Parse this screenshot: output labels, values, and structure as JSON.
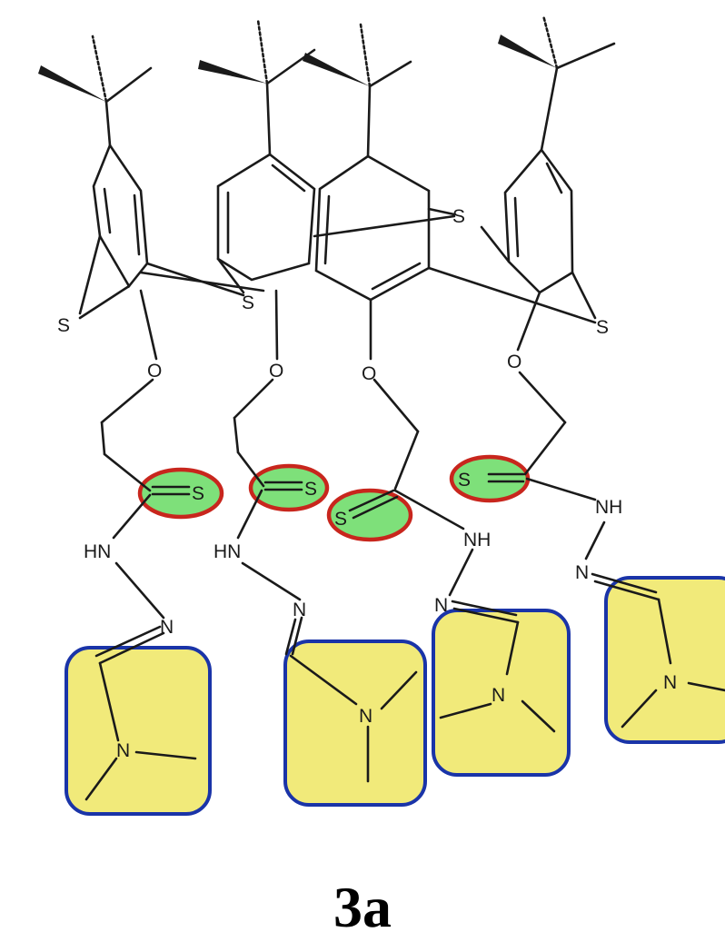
{
  "compound_label": "3a",
  "atom_labels": {
    "sulfur": "S",
    "oxygen": "O",
    "nitrogen": "N",
    "amine": "NH",
    "amine_left": "HN"
  },
  "colors": {
    "thiocarbonyl_highlight_fill": "#7ee07a",
    "thiocarbonyl_highlight_border": "#c8261d",
    "dimethylamino_highlight_fill": "#f1ea7a",
    "dimethylamino_highlight_border": "#1a34a8"
  }
}
